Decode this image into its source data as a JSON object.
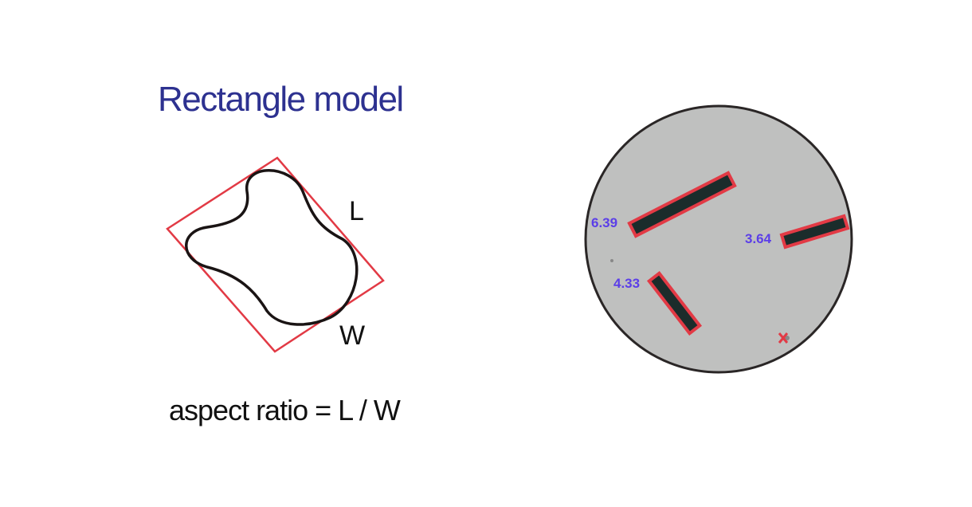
{
  "title": "Rectangle model",
  "labels": {
    "length": "L",
    "width": "W"
  },
  "formula": "aspect ratio = L / W",
  "particles": [
    {
      "label": "6.39"
    },
    {
      "label": "3.64"
    },
    {
      "label": "4.33"
    }
  ],
  "colors": {
    "title": "#2d3190",
    "bounding_box": "#e23a45",
    "particle_label": "#5b3ee8",
    "dish": "#bfc0bf"
  }
}
